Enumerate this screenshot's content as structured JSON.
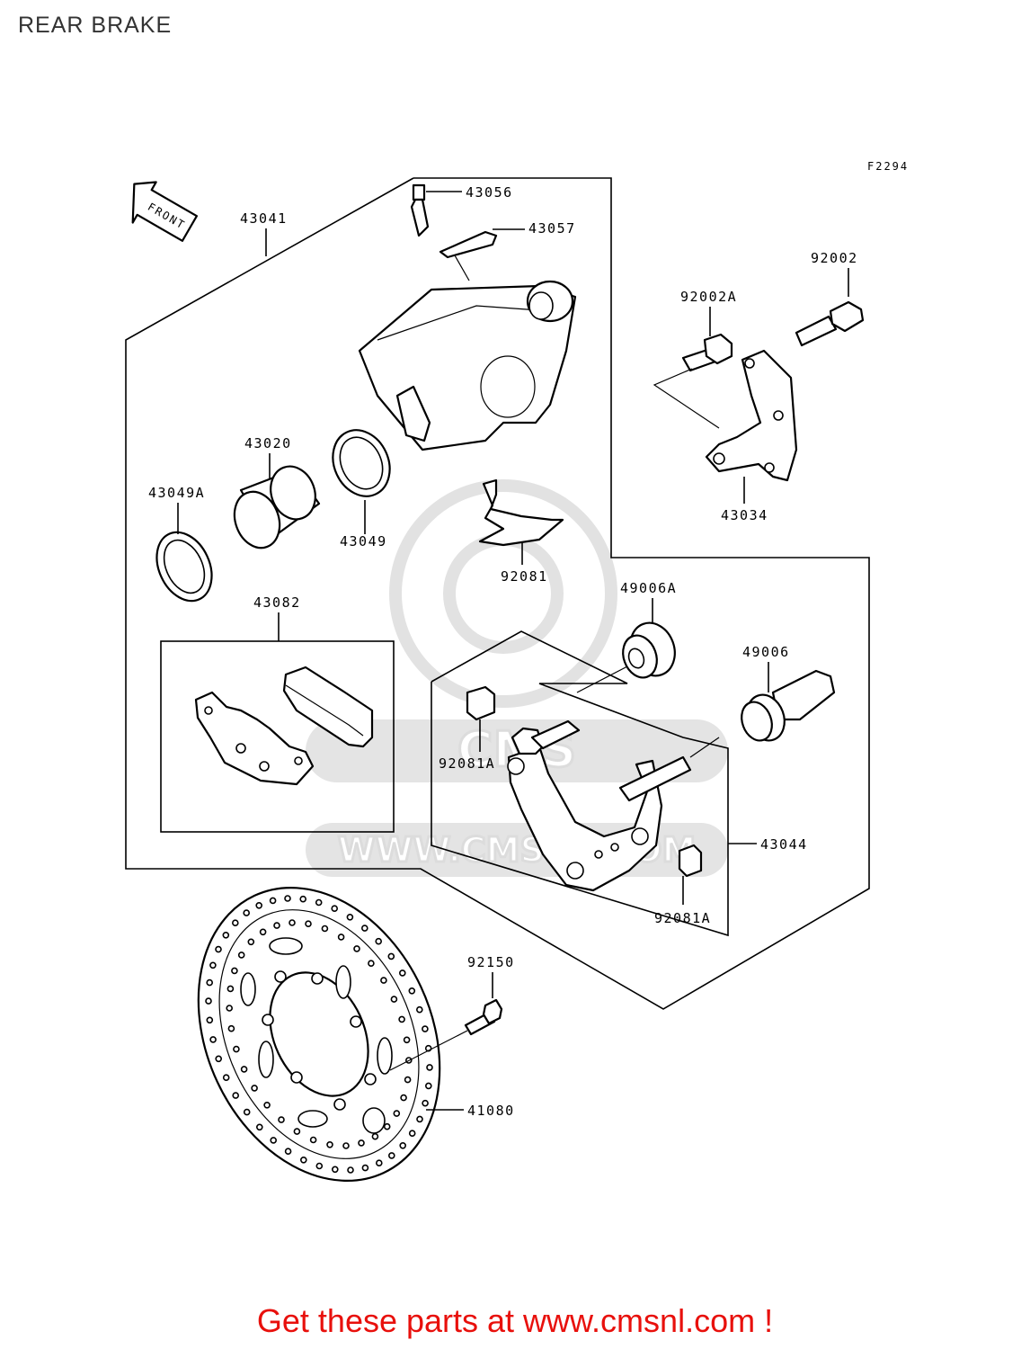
{
  "page": {
    "title": "REAR BRAKE",
    "figure_code": "F2294",
    "front_arrow_label": "FRONT",
    "footer_text": "Get these parts at www.cmsnl.com !"
  },
  "watermark": {
    "text": "WWW.CMSNL.COM",
    "logo_text": "CMS"
  },
  "parts": [
    {
      "id": "43041"
    },
    {
      "id": "43056"
    },
    {
      "id": "43057"
    },
    {
      "id": "92002"
    },
    {
      "id": "92002A"
    },
    {
      "id": "43020"
    },
    {
      "id": "43049A"
    },
    {
      "id": "43049"
    },
    {
      "id": "92081"
    },
    {
      "id": "43034"
    },
    {
      "id": "43082"
    },
    {
      "id": "49006A"
    },
    {
      "id": "49006"
    },
    {
      "id": "92081A"
    },
    {
      "id": "43044"
    },
    {
      "id": "92081A"
    },
    {
      "id": "92150"
    },
    {
      "id": "41080"
    }
  ],
  "colors": {
    "footer": "#e8100c",
    "lines": "#000000",
    "watermark": "#e2e2e2"
  }
}
